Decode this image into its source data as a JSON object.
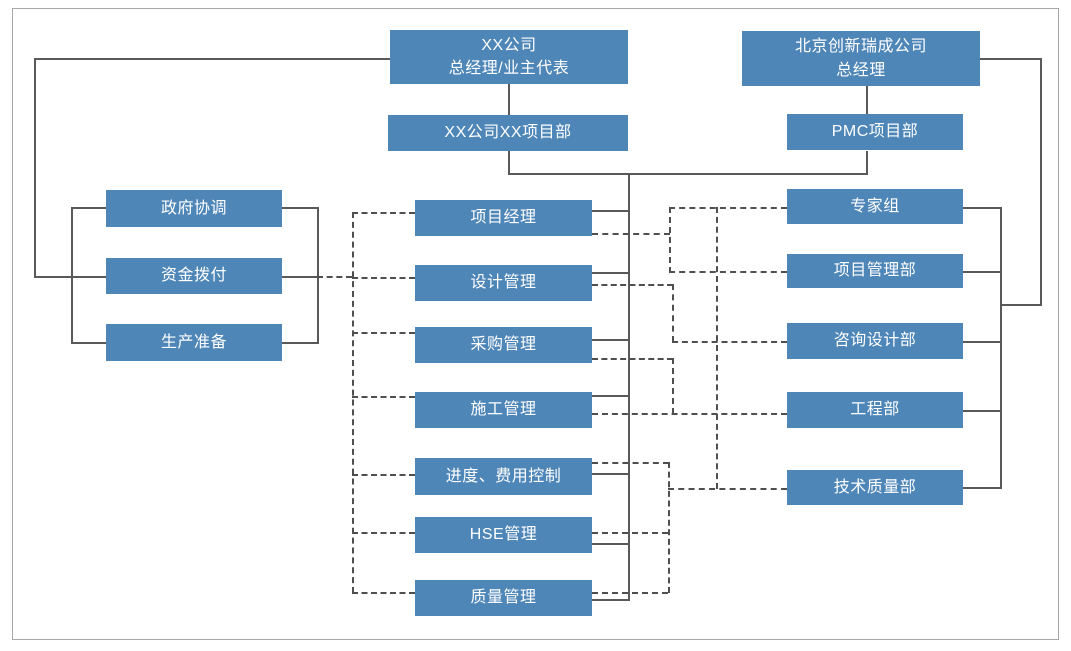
{
  "diagram": {
    "top_left": {
      "line1": "XX公司",
      "line2": "总经理/业主代表"
    },
    "top_left_dept": {
      "label": "XX公司XX项目部"
    },
    "top_right": {
      "line1": "北京创新瑞成公司",
      "line2": "总经理"
    },
    "top_right_dept": {
      "label": "PMC项目部"
    },
    "left": [
      {
        "label": "政府协调"
      },
      {
        "label": "资金拨付"
      },
      {
        "label": "生产准备"
      }
    ],
    "middle": [
      {
        "label": "项目经理"
      },
      {
        "label": "设计管理"
      },
      {
        "label": "采购管理"
      },
      {
        "label": "施工管理"
      },
      {
        "label": "进度、费用控制"
      },
      {
        "label": "HSE管理"
      },
      {
        "label": "质量管理"
      }
    ],
    "right": [
      {
        "label": "专家组"
      },
      {
        "label": "项目管理部"
      },
      {
        "label": "咨询设计部"
      },
      {
        "label": "工程部"
      },
      {
        "label": "技术质量部"
      }
    ],
    "colors": {
      "node_fill": "#4e86b8",
      "node_text": "#ffffff",
      "solid_line": "#595959",
      "dashed_line": "#4f4f4f",
      "frame_border": "#a6a6a6",
      "background": "#ffffff"
    }
  }
}
